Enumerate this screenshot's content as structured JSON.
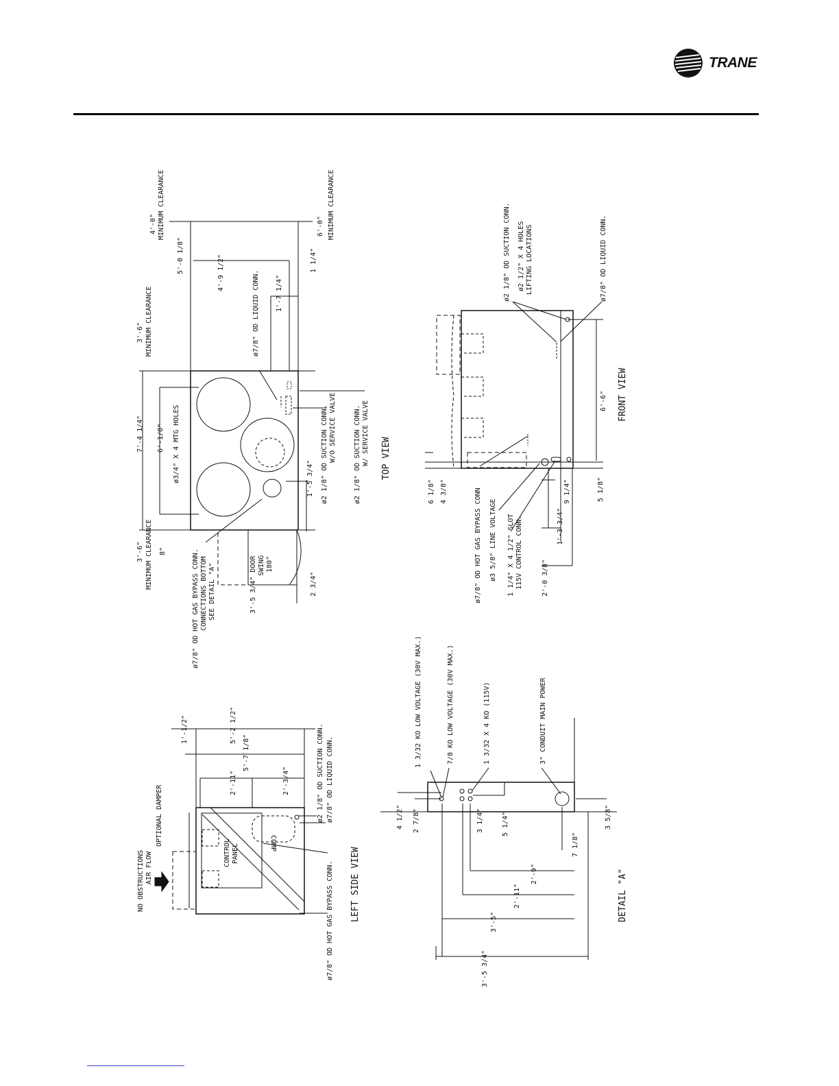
{
  "brand": {
    "name": "TRANE"
  },
  "views": {
    "top": {
      "title": "TOP VIEW",
      "labels": {
        "min_clear_right": "4'-0\"",
        "min_clear_right_sub": "MINIMUM CLEARANCE",
        "length": "5'-0 1/8\"",
        "min_clear_left": "6'-0\"",
        "min_clear_left_sub": "MINIMUM CLEARANCE",
        "inner_len": "4'-9 1/2\"",
        "inset": "1 1/4\"",
        "liq_offset": "1'-7 1/4\"",
        "liq_conn": "ø7/8\" OD LIQUID CONN.",
        "top_clear": "3'-6\"",
        "top_clear_sub": "MINIMUM CLEARANCE",
        "width": "7'-4 1/4\"",
        "mtg_span": "6'-1/8\"",
        "mtg_holes": "ø3/4\" X 4 MTG HOLES",
        "suction_offset": "1'-5 3/4\"",
        "suction_wo": "ø2 1/8\" OD SUCTION CONN.",
        "suction_wo_sub": "W/O SERVICE VALVE",
        "suction_w": "ø2 1/8\" OD SUCTION CONN.",
        "suction_w_sub": "W/ SERVICE VALVE",
        "bottom_clear": "3'-6\"",
        "bottom_clear_sub": "MINIMUM CLEARANCE",
        "bottom_8": "8\"",
        "door": "3'-5 3/4\" DOOR",
        "swing": "SWING",
        "swing_deg": "180°",
        "small_234": "2 3/4\"",
        "hot_gas": "ø7/8\" OD HOT GAS BYPASS CONN.",
        "conn_bottom": "CONNECTIONS BOTTOM",
        "see_detail": "SEE DETAIL \"A\""
      }
    },
    "left_side": {
      "title": "LEFT SIDE VIEW",
      "labels": {
        "no_obstructions": "NO OBSTRUCTIONS",
        "air_flow": "AIR FLOW",
        "optional_damper": "OPTIONAL DAMPER",
        "dim_1": "1'-1/2\"",
        "dim_2": "5'-2 1/2\"",
        "dim_3": "5'-7 1/8\"",
        "dim_4": "2'-11\"",
        "dim_5": "2'-3/4\"",
        "control_panel_1": "CONTROL",
        "control_panel_2": "PANEL",
        "comp": "COMP",
        "suction": "ø2 1/8\" OD SUCTION CONN.",
        "liquid": "ø7/8\" OD LIQUID CONN.",
        "hot_gas": "ø7/8\" OD HOT GAS BYPASS CONN."
      }
    },
    "front": {
      "title": "FRONT VIEW",
      "labels": {
        "suction": "ø2 1/8\" OD SUCTION CONN.",
        "lifting": "ø2 1/2\" X 4 HOLES",
        "lifting_sub": "LIFTING LOCATIONS",
        "liquid": "ø7/8\" OD LIQUID CONN.",
        "height": "6'-6\"",
        "d1": "6 1/8\"",
        "d2": "4 3/8\"",
        "hot_gas": "ø7/8\" OD HOT GAS BYPASS CONN",
        "line_voltage": "ø3 5/8\" LINE VOLTAGE",
        "slot": "1 1/4\" X 4 1/2\" SLOT",
        "control_conn": "115V CONTROL CONN.",
        "d3": "9 1/4\"",
        "d4": "1'-3 3/4\"",
        "d5": "2'-0 3/8\"",
        "d6": "5 1/8\""
      }
    },
    "detail_a": {
      "title": "DETAIL \"A\"",
      "labels": {
        "ko_low_30": "1 3/32 KO LOW VOLTAGE (30V MAX.)",
        "ko_78": "7/8 KO LOW VOLTAGE (30V MAX.)",
        "ko_115": "1 3/32 X 4 KO (115V)",
        "conduit": "3\" CONDUIT MAIN POWER",
        "d1": "4 1/2\"",
        "d2": "2 7/8\"",
        "d3": "3 1/4\"",
        "d4": "5 1/4\"",
        "d5": "7 1/8\"",
        "d6": "3 5/8\"",
        "d7": "2'-9\"",
        "d8": "2'-11\"",
        "d9": "3'-5\"",
        "d10": "3'-5 3/4\""
      }
    }
  }
}
